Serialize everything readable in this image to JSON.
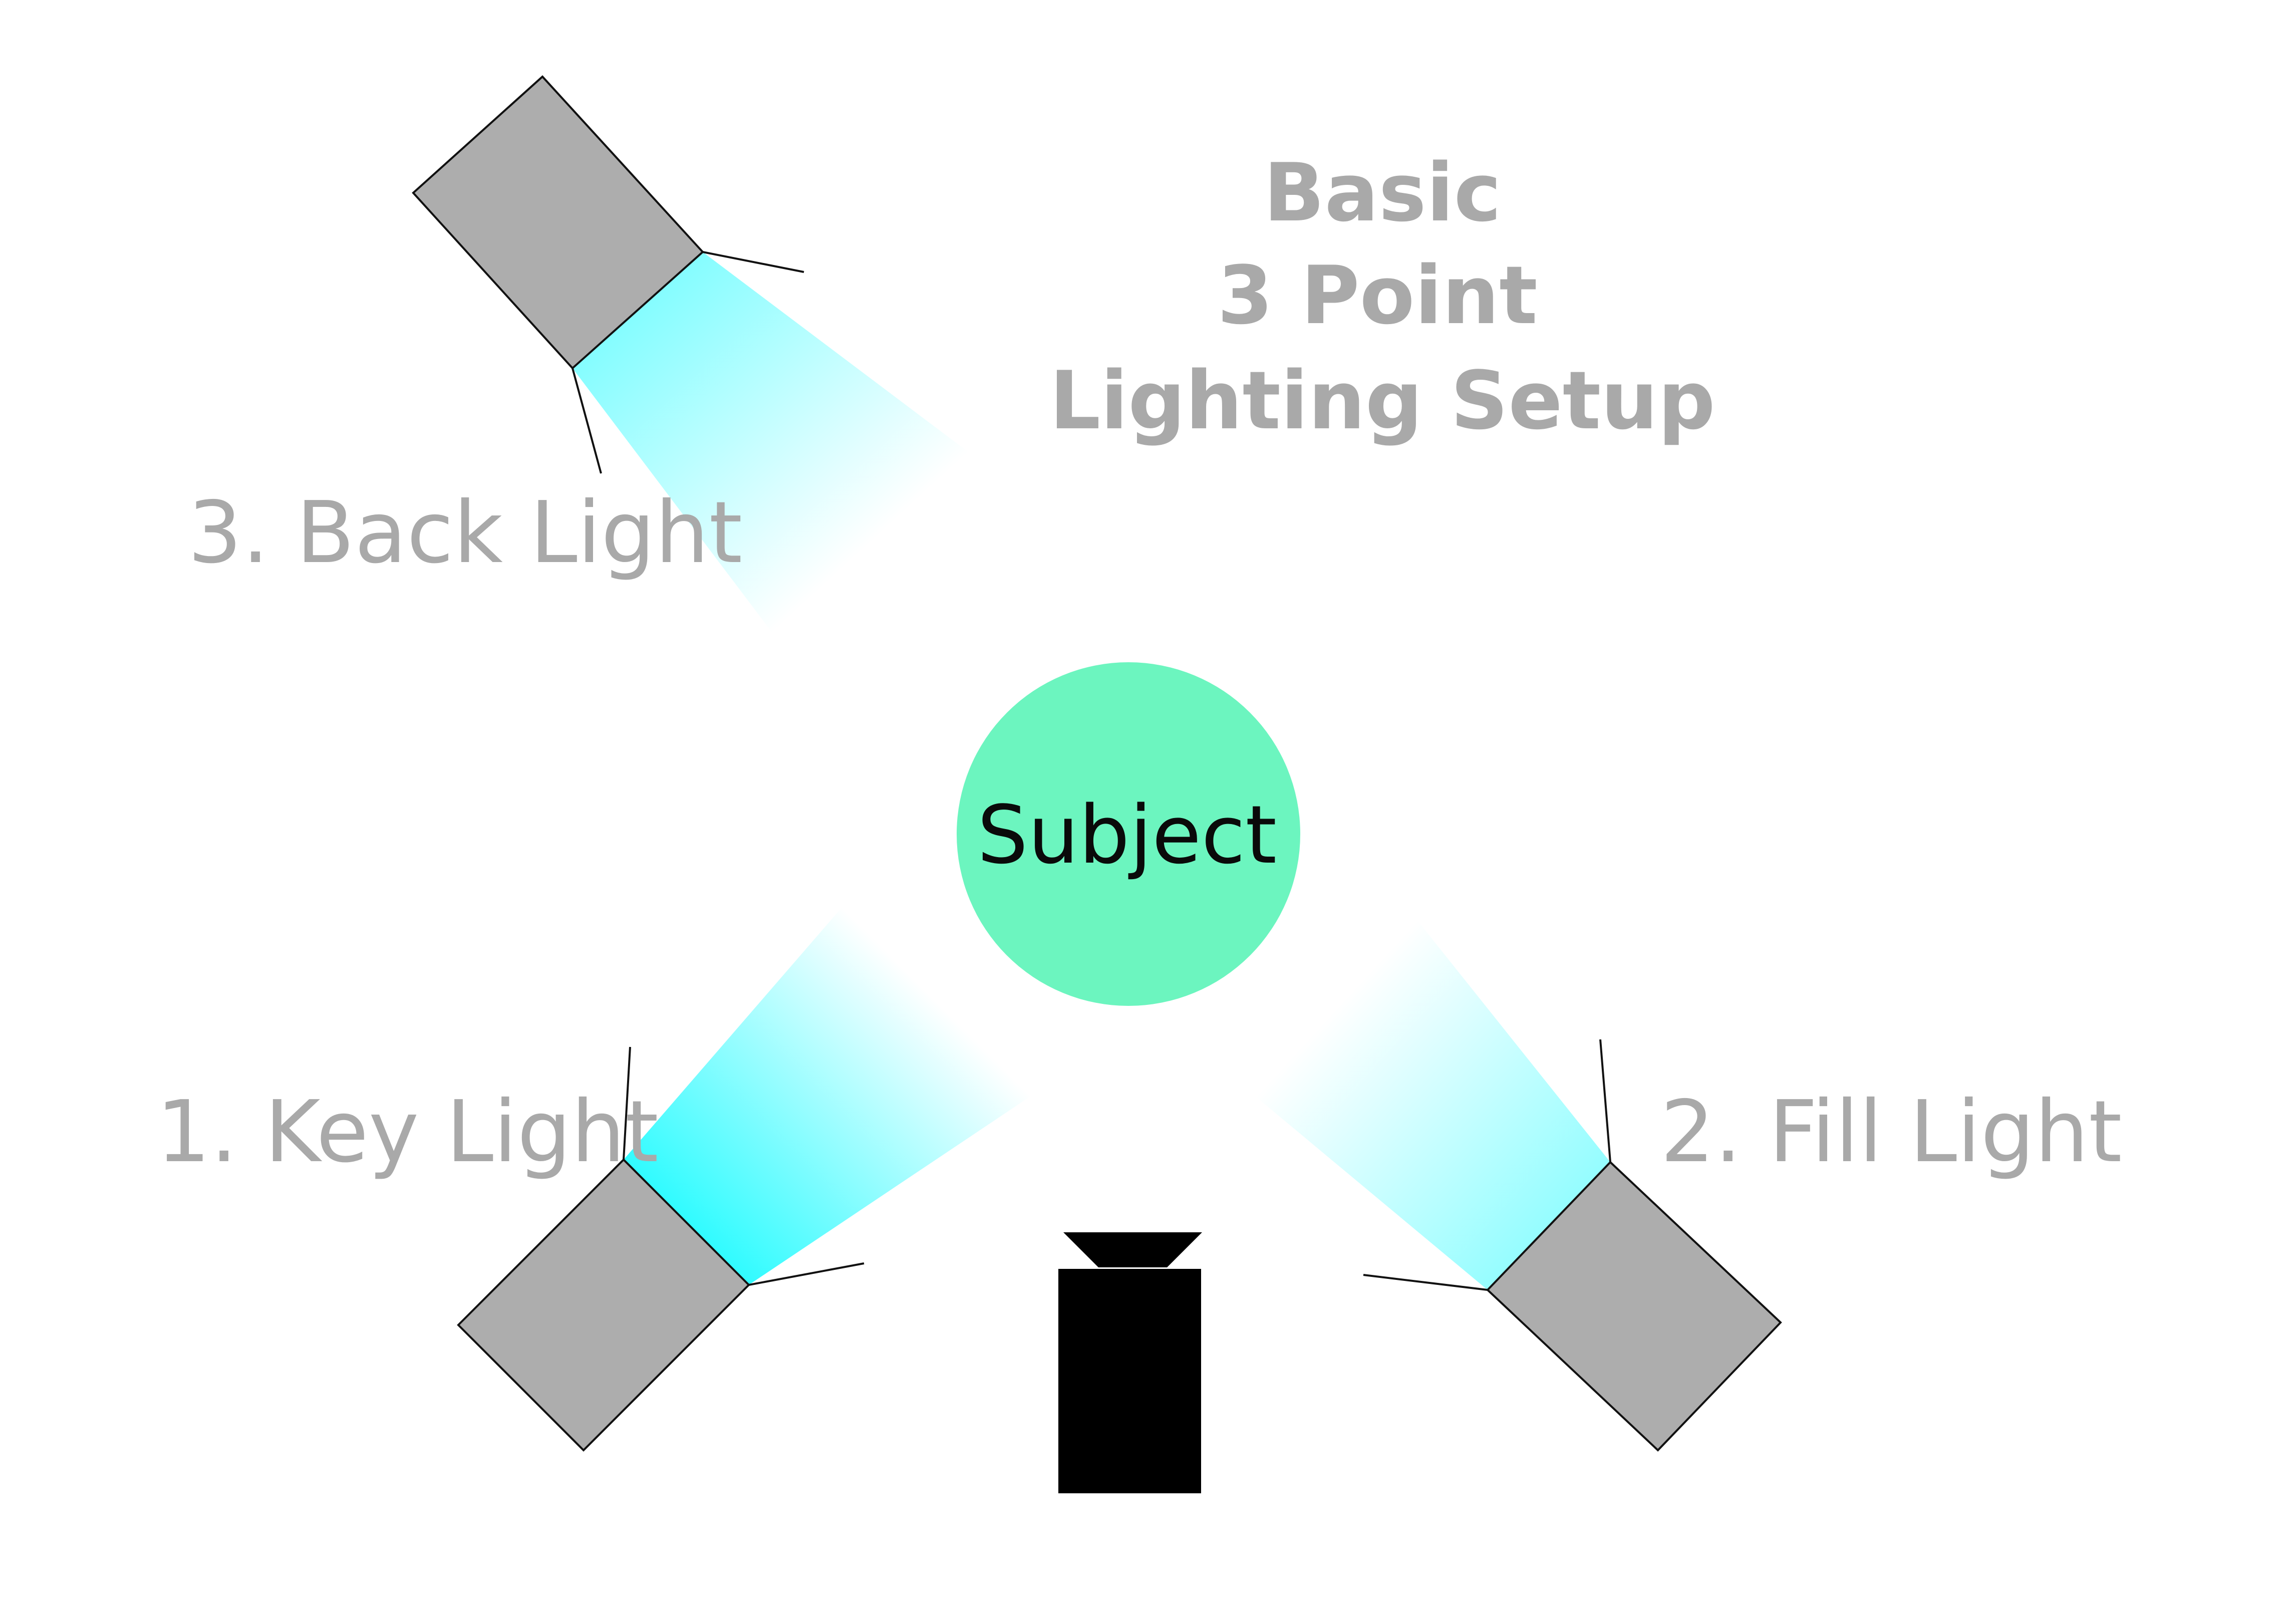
{
  "title": {
    "lines": [
      "Basic",
      "3 Point",
      "Lighting Setup"
    ]
  },
  "subject": {
    "label": "Subject",
    "color": "#6cf5bf"
  },
  "lights": {
    "key": {
      "label": "1. Key Light"
    },
    "fill": {
      "label": "2. Fill Light"
    },
    "back": {
      "label": "3. Back Light"
    }
  },
  "colors": {
    "text_gray": "#a9a9a9",
    "lamp_gray": "#adadad",
    "beam_cyan": "#2cfbff",
    "camera": "#000000"
  },
  "icons": {
    "camera": "camera-icon",
    "lamp": "studio-lamp-icon"
  }
}
